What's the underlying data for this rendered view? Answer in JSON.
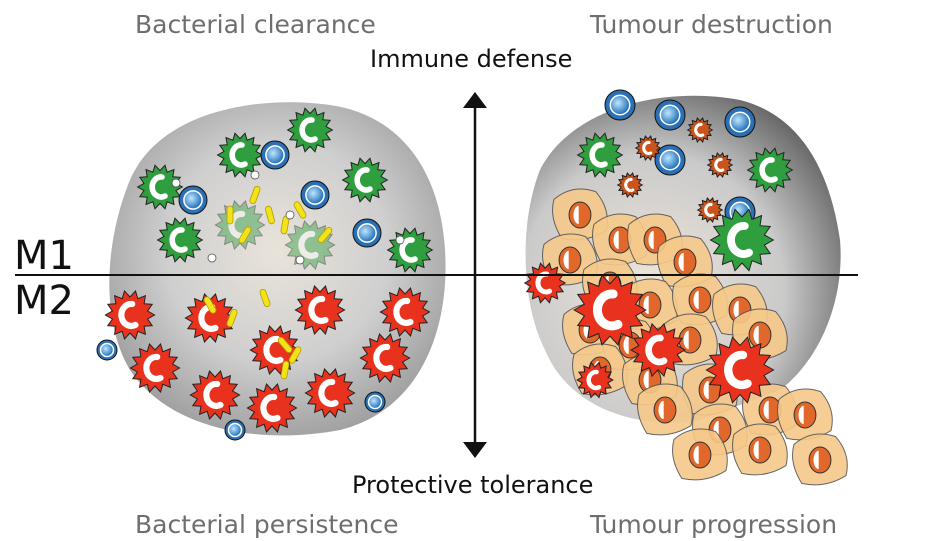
{
  "labels": {
    "top_left": "Bacterial clearance",
    "top_right": "Tumour destruction",
    "bottom_left": "Bacterial persistence",
    "bottom_right": "Tumour progression",
    "axis_top": "Immune defense",
    "axis_bottom": "Protective tolerance",
    "m1": "M1",
    "m2": "M2"
  },
  "colors": {
    "m1_cell": "#2e9e3e",
    "m2_cell": "#e8321e",
    "lymphocyte": "#2b7fc4",
    "bacteria": "#f2e21a",
    "tumour_cell": "#f6c98a",
    "axis": "#111111",
    "label_gray": "#6d6e70"
  }
}
